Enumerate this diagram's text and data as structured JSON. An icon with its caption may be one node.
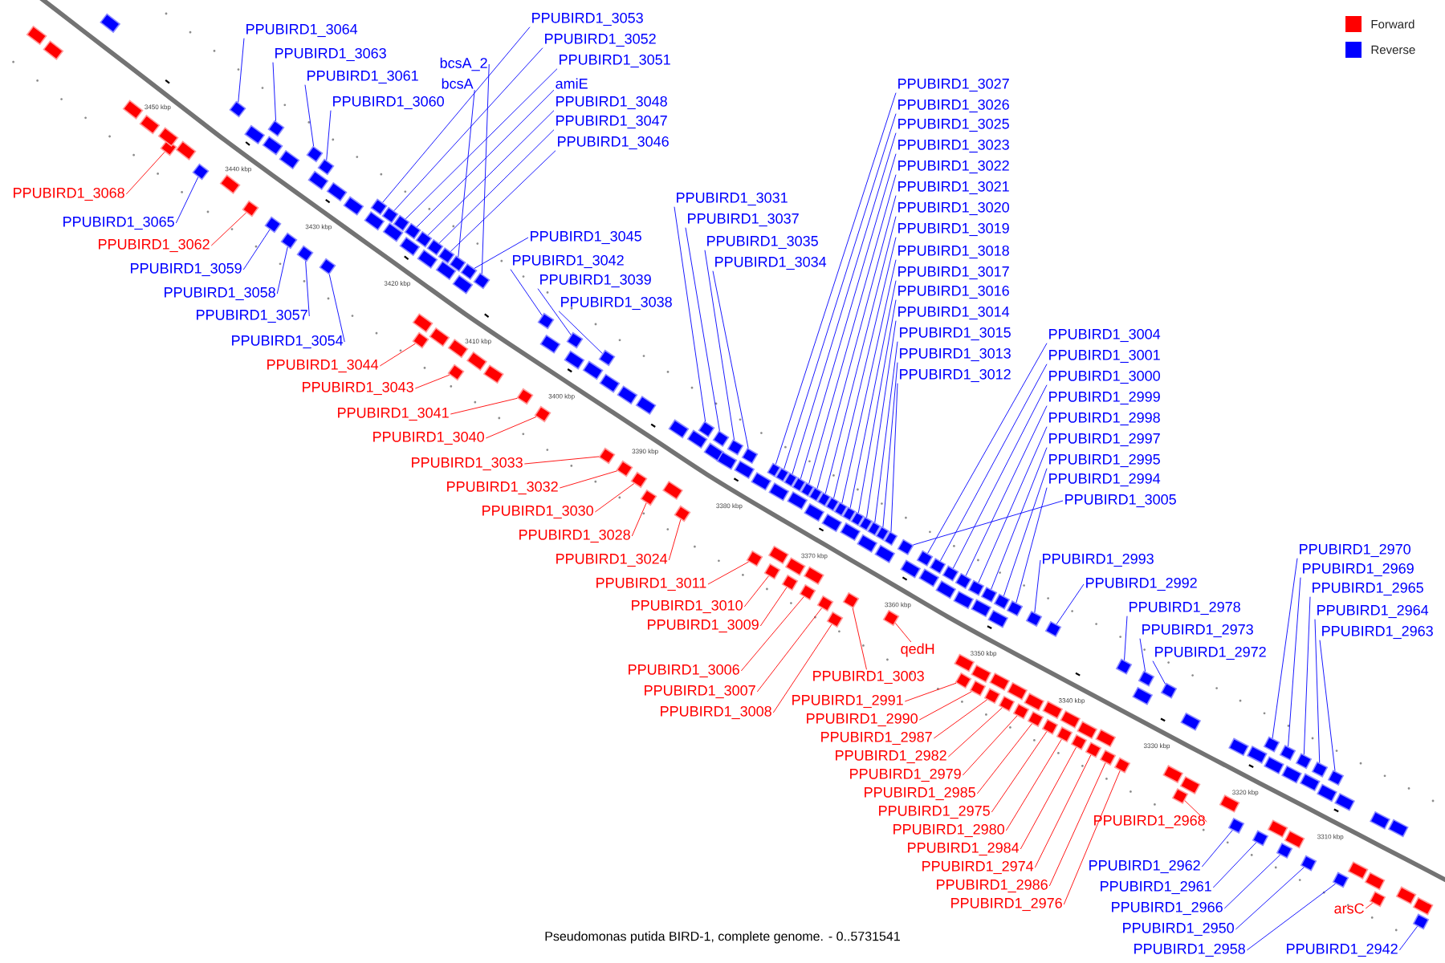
{
  "diagram": {
    "caption": "Pseudomonas putida BIRD-1, complete genome. - 0..5731541",
    "nodes": [
      {
        "text": [
          "PPUBIRD1_3064"
        ]
      },
      {
        "text": [
          "PPUBIRD1_3063"
        ]
      },
      {
        "text": [
          "PPUBIRD1_3061"
        ]
      },
      {
        "text": [
          "PPUBIRD1_3060"
        ]
      },
      {
        "text": [
          "bcsA_2"
        ]
      },
      {
        "text": [
          "bcsA"
        ]
      },
      {
        "text": [
          "PPUBIRD1_3053"
        ]
      },
      {
        "text": [
          "PPUBIRD1_3052"
        ]
      },
      {
        "text": [
          "PPUBIRD1_3051"
        ]
      },
      {
        "text": [
          "amiE"
        ]
      },
      {
        "text": [
          "PPUBIRD1_3048"
        ]
      },
      {
        "text": [
          "PPUBIRD1_3047"
        ]
      },
      {
        "text": [
          "PPUBIRD1_3046"
        ]
      },
      {
        "text": [
          "PPUBIRD1_3068"
        ]
      },
      {
        "text": [
          "PPUBIRD1_3065"
        ]
      },
      {
        "text": [
          "PPUBIRD1_3062"
        ]
      },
      {
        "text": [
          "PPUBIRD1_3059"
        ]
      },
      {
        "text": [
          "PPUBIRD1_3058"
        ]
      },
      {
        "text": [
          "PPUBIRD1_3057"
        ]
      },
      {
        "text": [
          "PPUBIRD1_3054"
        ]
      },
      {
        "text": [
          "PPUBIRD1_3044"
        ]
      },
      {
        "text": [
          "PPUBIRD1_3043"
        ]
      },
      {
        "text": [
          "PPUBIRD1_3041"
        ]
      },
      {
        "text": [
          "PPUBIRD1_3040"
        ]
      },
      {
        "text": [
          "PPUBIRD1_3045"
        ]
      },
      {
        "text": [
          "PPUBIRD1_3042"
        ]
      },
      {
        "text": [
          "PPUBIRD1_3039"
        ]
      },
      {
        "text": [
          "PPUBIRD1_3038"
        ]
      },
      {
        "text": [
          "PPUBIRD1_3037"
        ]
      },
      {
        "text": [
          "PPUBIRD1_3035"
        ]
      },
      {
        "text": [
          "PPUBIRD1_3034"
        ]
      },
      {
        "text": [
          "PPUBIRD1_3031"
        ]
      },
      {
        "text": [
          "PPUBIRD1_3027"
        ]
      },
      {
        "text": [
          "PPUBIRD1_3026"
        ]
      },
      {
        "text": [
          "PPUBIRD1_3025"
        ]
      },
      {
        "text": [
          "PPUBIRD1_3023"
        ]
      },
      {
        "text": [
          "PPUBIRD1_3022"
        ]
      },
      {
        "text": [
          "PPUBIRD1_3021"
        ]
      },
      {
        "text": [
          "PPUBIRD1_3020"
        ]
      },
      {
        "text": [
          "PPUBIRD1_3019"
        ]
      },
      {
        "text": [
          "PPUBIRD1_3018"
        ]
      },
      {
        "text": [
          "PPUBIRD1_3017"
        ]
      },
      {
        "text": [
          "PPUBIRD1_3016"
        ]
      },
      {
        "text": [
          "PPUBIRD1_3014"
        ]
      },
      {
        "text": [
          "PPUBIRD1_3015"
        ]
      },
      {
        "text": [
          "PPUBIRD1_3013"
        ]
      },
      {
        "text": [
          "PPUBIRD1_3012"
        ]
      },
      {
        "text": [
          "PPUBIRD1_3004"
        ]
      },
      {
        "text": [
          "PPUBIRD1_3001"
        ]
      },
      {
        "text": [
          "PPUBIRD1_3000"
        ]
      },
      {
        "text": [
          "PPUBIRD1_2999"
        ]
      },
      {
        "text": [
          "PPUBIRD1_2998"
        ]
      },
      {
        "text": [
          "PPUBIRD1_2997"
        ]
      },
      {
        "text": [
          "PPUBIRD1_2995"
        ]
      },
      {
        "text": [
          "PPUBIRD1_2994"
        ]
      },
      {
        "text": [
          "PPUBIRD1_3005"
        ]
      },
      {
        "text": [
          "PPUBIRD1_2993"
        ]
      },
      {
        "text": [
          "PPUBIRD1_2992"
        ]
      },
      {
        "text": [
          "PPUBIRD1_2978"
        ]
      },
      {
        "text": [
          "PPUBIRD1_2973"
        ]
      },
      {
        "text": [
          "PPUBIRD1_2972"
        ]
      },
      {
        "text": [
          "PPUBIRD1_2970"
        ]
      },
      {
        "text": [
          "PPUBIRD1_2969"
        ]
      },
      {
        "text": [
          "PPUBIRD1_2965"
        ]
      },
      {
        "text": [
          "PPUBIRD1_2964"
        ]
      },
      {
        "text": [
          "PPUBIRD1_2963"
        ]
      },
      {
        "text": [
          "PPUBIRD1_3033"
        ]
      },
      {
        "text": [
          "PPUBIRD1_3032"
        ]
      },
      {
        "text": [
          "PPUBIRD1_3030"
        ]
      },
      {
        "text": [
          "PPUBIRD1_3028"
        ]
      },
      {
        "text": [
          "PPUBIRD1_3024"
        ]
      },
      {
        "text": [
          "PPUBIRD1_3011"
        ]
      },
      {
        "text": [
          "PPUBIRD1_3010"
        ]
      },
      {
        "text": [
          "PPUBIRD1_3009"
        ]
      },
      {
        "text": [
          "PPUBIRD1_3003"
        ]
      },
      {
        "text": [
          "PPUBIRD1_3006"
        ]
      },
      {
        "text": [
          "PPUBIRD1_3007"
        ]
      },
      {
        "text": [
          "PPUBIRD1_3008"
        ]
      },
      {
        "text": [
          "qedH"
        ]
      },
      {
        "text": [
          "PPUBIRD1_2991"
        ]
      },
      {
        "text": [
          "PPUBIRD1_2990"
        ]
      },
      {
        "text": [
          "PPUBIRD1_2987"
        ]
      },
      {
        "text": [
          "PPUBIRD1_2982"
        ]
      },
      {
        "text": [
          "PPUBIRD1_2979"
        ]
      },
      {
        "text": [
          "PPUBIRD1_2985"
        ]
      },
      {
        "text": [
          "PPUBIRD1_2975"
        ]
      },
      {
        "text": [
          "PPUBIRD1_2980"
        ]
      },
      {
        "text": [
          "PPUBIRD1_2984"
        ]
      },
      {
        "text": [
          "PPUBIRD1_2974"
        ]
      },
      {
        "text": [
          "PPUBIRD1_2986"
        ]
      },
      {
        "text": [
          "PPUBIRD1_2976"
        ]
      },
      {
        "text": [
          "PPUBIRD1_2968"
        ]
      },
      {
        "text": [
          "PPUBIRD1_2962"
        ]
      },
      {
        "text": [
          "PPUBIRD1_2961"
        ]
      },
      {
        "text": [
          "PPUBIRD1_2966"
        ]
      },
      {
        "text": [
          "arsC"
        ]
      },
      {
        "text": [
          "PPUBIRD1_2950"
        ]
      },
      {
        "text": [
          "PPUBIRD1_2958"
        ]
      },
      {
        "text": [
          "PPUBIRD1_2942"
        ]
      },
      {
        "text": [],
        "shape": "box"
      },
      {
        "text": [],
        "shape": "box"
      },
      {
        "text": [],
        "shape": "box"
      },
      {
        "text": [],
        "shape": "box"
      },
      {
        "text": [],
        "shape": "box"
      },
      {
        "text": [],
        "shape": "box"
      },
      {
        "text": [],
        "shape": "box"
      },
      {
        "text": [],
        "shape": "box"
      },
      {
        "text": [],
        "shape": "box"
      },
      {
        "text": [],
        "shape": "box"
      },
      {
        "text": [],
        "shape": "box"
      },
      {
        "text": [],
        "shape": "box"
      },
      {
        "text": [],
        "shape": "box"
      },
      {
        "text": [],
        "shape": "box"
      },
      {
        "text": [],
        "shape": "box"
      },
      {
        "text": [],
        "shape": "box"
      },
      {
        "text": [],
        "shape": "box"
      },
      {
        "text": [],
        "shape": "box"
      },
      {
        "text": [],
        "shape": "box"
      },
      {
        "text": [],
        "shape": "box"
      },
      {
        "text": [],
        "shape": "box"
      },
      {
        "text": [],
        "shape": "box"
      },
      {
        "text": [],
        "shape": "box"
      },
      {
        "text": [],
        "shape": "box"
      },
      {
        "text": [],
        "shape": "box"
      },
      {
        "text": [],
        "shape": "box"
      },
      {
        "text": [],
        "shape": "box"
      },
      {
        "text": [],
        "shape": "box"
      },
      {
        "text": [],
        "shape": "box"
      },
      {
        "text": [],
        "shape": "box"
      },
      {
        "text": [],
        "shape": "box"
      },
      {
        "text": [],
        "shape": "box"
      },
      {
        "text": [],
        "shape": "box"
      },
      {
        "text": [],
        "shape": "box"
      },
      {
        "text": [],
        "shape": "box"
      },
      {
        "text": [],
        "shape": "box"
      },
      {
        "text": [],
        "shape": "box"
      },
      {
        "text": [],
        "shape": "box"
      },
      {
        "text": [],
        "shape": "box"
      },
      {
        "text": [],
        "shape": "box"
      },
      {
        "text": [],
        "shape": "box"
      },
      {
        "text": [],
        "shape": "box"
      },
      {
        "text": [],
        "shape": "box"
      },
      {
        "text": [],
        "shape": "box"
      },
      {
        "text": [],
        "shape": "box"
      },
      {
        "text": [],
        "shape": "box"
      },
      {
        "text": [],
        "shape": "box"
      },
      {
        "text": [],
        "shape": "box"
      },
      {
        "text": [],
        "shape": "box"
      },
      {
        "text": [],
        "shape": "box"
      },
      {
        "text": [],
        "shape": "box"
      },
      {
        "text": [],
        "shape": "box"
      },
      {
        "text": [],
        "shape": "box"
      },
      {
        "text": [],
        "shape": "box"
      },
      {
        "text": [],
        "shape": "box"
      },
      {
        "text": [],
        "shape": "box"
      },
      {
        "text": [],
        "shape": "box"
      },
      {
        "text": [],
        "shape": "box"
      },
      {
        "text": [],
        "shape": "box"
      },
      {
        "text": [],
        "shape": "box"
      },
      {
        "text": [],
        "shape": "box"
      },
      {
        "text": [],
        "shape": "box"
      },
      {
        "text": [],
        "shape": "box"
      },
      {
        "text": [],
        "shape": "box"
      },
      {
        "text": [],
        "shape": "box"
      },
      {
        "text": [],
        "shape": "box"
      },
      {
        "text": [],
        "shape": "box"
      },
      {
        "text": [],
        "shape": "box"
      },
      {
        "text": [],
        "shape": "box"
      },
      {
        "text": [],
        "shape": "box"
      },
      {
        "text": [],
        "shape": "box"
      },
      {
        "text": [],
        "shape": "box"
      },
      {
        "text": [],
        "shape": "box"
      },
      {
        "text": [],
        "shape": "box"
      },
      {
        "text": [],
        "shape": "box"
      },
      {
        "text": [],
        "shape": "box"
      },
      {
        "text": [],
        "shape": "box"
      },
      {
        "text": [],
        "shape": "box"
      },
      {
        "text": [],
        "shape": "box"
      },
      {
        "text": [],
        "shape": "box"
      },
      {
        "text": [],
        "shape": "box"
      },
      {
        "text": [],
        "shape": "box"
      },
      {
        "text": [],
        "shape": "box"
      },
      {
        "text": [],
        "shape": "box"
      },
      {
        "text": [],
        "shape": "box"
      },
      {
        "text": [],
        "shape": "box"
      },
      {
        "text": [],
        "shape": "box"
      },
      {
        "text": [],
        "shape": "box"
      },
      {
        "text": [],
        "shape": "box"
      },
      {
        "text": [],
        "shape": "box"
      },
      {
        "text": [],
        "shape": "box"
      },
      {
        "text": [],
        "shape": "box"
      },
      {
        "text": [],
        "shape": "box"
      },
      {
        "text": [],
        "shape": "box"
      },
      {
        "text": [],
        "shape": "box"
      },
      {
        "text": [],
        "shape": "box"
      },
      {
        "text": [],
        "shape": "box"
      },
      {
        "text": [],
        "shape": "box"
      },
      {
        "text": [],
        "shape": "box"
      },
      {
        "text": [],
        "shape": "box"
      },
      {
        "text": [],
        "shape": "box"
      },
      {
        "text": [],
        "shape": "box"
      },
      {
        "text": [],
        "shape": "box"
      },
      {
        "text": [],
        "shape": "box"
      },
      {
        "text": [],
        "shape": "box"
      },
      {
        "text": [],
        "shape": "box"
      },
      {
        "text": [],
        "shape": "box"
      },
      {
        "text": [],
        "shape": "box"
      },
      {
        "text": [],
        "shape": "box"
      },
      {
        "text": [],
        "shape": "box"
      },
      {
        "text": [],
        "shape": "box"
      },
      {
        "text": [],
        "shape": "box"
      },
      {
        "text": [],
        "shape": "box"
      },
      {
        "text": [],
        "shape": "box"
      },
      {
        "text": [],
        "shape": "box"
      },
      {
        "text": [],
        "shape": "box"
      },
      {
        "text": [],
        "shape": "box"
      },
      {
        "text": [],
        "shape": "box"
      },
      {
        "text": [],
        "shape": "box"
      },
      {
        "text": [],
        "shape": "box"
      },
      {
        "text": [],
        "shape": "box"
      },
      {
        "text": [],
        "shape": "box"
      },
      {
        "text": [],
        "shape": "box"
      },
      {
        "text": [],
        "shape": "box"
      },
      {
        "text": [],
        "shape": "box"
      },
      {
        "text": [],
        "shape": "box"
      },
      {
        "text": [],
        "shape": "box"
      },
      {
        "text": [],
        "shape": "box"
      },
      {
        "text": [],
        "shape": "box"
      },
      {
        "text": [],
        "shape": "box"
      },
      {
        "text": [],
        "shape": "box"
      },
      {
        "text": [],
        "shape": "box"
      },
      {
        "text": [],
        "shape": "box"
      },
      {
        "text": [],
        "shape": "box"
      },
      {
        "text": [],
        "shape": "box"
      },
      {
        "text": [],
        "shape": "box"
      },
      {
        "text": [],
        "shape": "box"
      },
      {
        "text": [],
        "shape": "box"
      },
      {
        "text": [],
        "shape": "box"
      },
      {
        "text": [],
        "shape": "box"
      },
      {
        "text": [],
        "shape": "box"
      },
      {
        "text": [],
        "shape": "box"
      },
      {
        "text": [],
        "shape": "box"
      },
      {
        "text": [],
        "shape": "box"
      },
      {
        "text": [],
        "shape": "box"
      },
      {
        "text": [],
        "shape": "box"
      },
      {
        "text": [],
        "shape": "box"
      },
      {
        "text": [],
        "shape": "box"
      },
      {
        "text": [],
        "shape": "box"
      },
      {
        "text": [],
        "shape": "box"
      },
      {
        "text": [],
        "shape": "box"
      },
      {
        "text": [],
        "shape": "box"
      },
      {
        "text": [],
        "shape": "box"
      },
      {
        "text": [],
        "shape": "box"
      },
      {
        "text": [],
        "shape": "box"
      },
      {
        "text": [],
        "shape": "box"
      },
      {
        "text": [],
        "shape": "box"
      },
      {
        "text": [],
        "shape": "box"
      },
      {
        "text": [],
        "shape": "box"
      },
      {
        "text": [],
        "shape": "box"
      },
      {
        "text": [],
        "shape": "box"
      },
      {
        "text": [],
        "shape": "box"
      },
      {
        "text": [],
        "shape": "box"
      },
      {
        "text": [],
        "shape": "box"
      },
      {
        "text": [],
        "shape": "box"
      },
      {
        "text": [],
        "shape": "box"
      },
      {
        "text": [],
        "shape": "box"
      },
      {
        "text": [],
        "shape": "box"
      },
      {
        "text": [],
        "shape": "box"
      },
      {
        "text": [],
        "shape": "box"
      },
      {
        "text": [],
        "shape": "box"
      },
      {
        "text": [],
        "shape": "box"
      },
      {
        "text": [],
        "shape": "box"
      },
      {
        "text": [],
        "shape": "box"
      },
      {
        "text": [],
        "shape": "box"
      },
      {
        "text": [],
        "shape": "box"
      },
      {
        "text": [],
        "shape": "box"
      },
      {
        "text": [],
        "shape": "box"
      },
      {
        "text": [],
        "shape": "box"
      },
      {
        "text": [],
        "shape": "box"
      },
      {
        "text": [],
        "shape": "box"
      },
      {
        "text": [],
        "shape": "box"
      }
    ],
    "edges": [
      {
        "from": 0,
        "to": 99,
        "arrow": "none"
      },
      {
        "from": 1,
        "to": 100,
        "arrow": "none"
      },
      {
        "from": 2,
        "to": 101,
        "arrow": "none"
      },
      {
        "from": 3,
        "to": 102,
        "arrow": "none"
      },
      {
        "from": 4,
        "to": 103,
        "arrow": "none"
      },
      {
        "from": 5,
        "to": 104,
        "arrow": "none"
      },
      {
        "from": 6,
        "to": 105,
        "arrow": "none"
      },
      {
        "from": 7,
        "to": 106,
        "arrow": "none"
      },
      {
        "from": 8,
        "to": 107,
        "arrow": "none"
      },
      {
        "from": 9,
        "to": 108,
        "arrow": "none"
      },
      {
        "from": 10,
        "to": 109,
        "arrow": "none"
      },
      {
        "from": 11,
        "to": 110,
        "arrow": "none"
      },
      {
        "from": 12,
        "to": 111,
        "arrow": "none"
      },
      {
        "from": 13,
        "to": 112,
        "arrow": "none",
        "color": "#ff0000"
      },
      {
        "from": 14,
        "to": 113,
        "arrow": "none"
      },
      {
        "from": 15,
        "to": 114,
        "arrow": "none",
        "color": "#ff0000"
      },
      {
        "from": 16,
        "to": 115,
        "arrow": "none"
      },
      {
        "from": 17,
        "to": 116,
        "arrow": "none"
      },
      {
        "from": 18,
        "to": 117,
        "arrow": "none"
      },
      {
        "from": 19,
        "to": 118,
        "arrow": "none"
      },
      {
        "from": 20,
        "to": 119,
        "arrow": "none",
        "color": "#ff0000"
      },
      {
        "from": 21,
        "to": 120,
        "arrow": "none",
        "color": "#ff0000"
      },
      {
        "from": 22,
        "to": 121,
        "arrow": "none",
        "color": "#ff0000"
      },
      {
        "from": 23,
        "to": 122,
        "arrow": "none",
        "color": "#ff0000"
      },
      {
        "from": 24,
        "to": 123,
        "arrow": "none"
      },
      {
        "from": 25,
        "to": 124,
        "arrow": "none"
      },
      {
        "from": 26,
        "to": 125,
        "arrow": "none"
      },
      {
        "from": 27,
        "to": 126,
        "arrow": "none"
      },
      {
        "from": 28,
        "to": 127,
        "arrow": "none"
      },
      {
        "from": 29,
        "to": 128,
        "arrow": "none"
      },
      {
        "from": 30,
        "to": 129,
        "arrow": "none"
      },
      {
        "from": 31,
        "to": 130,
        "arrow": "none"
      },
      {
        "from": 32,
        "to": 131,
        "arrow": "none"
      },
      {
        "from": 33,
        "to": 132,
        "arrow": "none"
      },
      {
        "from": 34,
        "to": 133,
        "arrow": "none"
      },
      {
        "from": 35,
        "to": 134,
        "arrow": "none"
      },
      {
        "from": 36,
        "to": 135,
        "arrow": "none"
      },
      {
        "from": 37,
        "to": 136,
        "arrow": "none"
      },
      {
        "from": 38,
        "to": 137,
        "arrow": "none"
      },
      {
        "from": 39,
        "to": 138,
        "arrow": "none"
      },
      {
        "from": 40,
        "to": 139,
        "arrow": "none"
      },
      {
        "from": 41,
        "to": 140,
        "arrow": "none"
      },
      {
        "from": 42,
        "to": 141,
        "arrow": "none"
      },
      {
        "from": 43,
        "to": 142,
        "arrow": "none"
      },
      {
        "from": 44,
        "to": 143,
        "arrow": "none"
      },
      {
        "from": 45,
        "to": 144,
        "arrow": "none"
      },
      {
        "from": 46,
        "to": 145,
        "arrow": "none"
      },
      {
        "from": 47,
        "to": 146,
        "arrow": "none"
      },
      {
        "from": 48,
        "to": 147,
        "arrow": "none"
      },
      {
        "from": 49,
        "to": 148,
        "arrow": "none"
      },
      {
        "from": 50,
        "to": 149,
        "arrow": "none"
      },
      {
        "from": 51,
        "to": 150,
        "arrow": "none"
      },
      {
        "from": 52,
        "to": 151,
        "arrow": "none"
      },
      {
        "from": 53,
        "to": 152,
        "arrow": "none"
      },
      {
        "from": 54,
        "to": 153,
        "arrow": "none"
      },
      {
        "from": 55,
        "to": 154,
        "arrow": "none"
      },
      {
        "from": 56,
        "to": 155,
        "arrow": "none"
      },
      {
        "from": 57,
        "to": 156,
        "arrow": "none"
      },
      {
        "from": 58,
        "to": 157,
        "arrow": "none"
      },
      {
        "from": 59,
        "to": 158,
        "arrow": "none"
      },
      {
        "from": 60,
        "to": 159,
        "arrow": "none"
      },
      {
        "from": 61,
        "to": 160,
        "arrow": "none"
      },
      {
        "from": 62,
        "to": 161,
        "arrow": "none"
      },
      {
        "from": 63,
        "to": 162,
        "arrow": "none"
      },
      {
        "from": 64,
        "to": 163,
        "arrow": "none"
      },
      {
        "from": 65,
        "to": 164,
        "arrow": "none"
      },
      {
        "from": 66,
        "to": 165,
        "arrow": "none",
        "color": "#ff0000"
      },
      {
        "from": 67,
        "to": 166,
        "arrow": "none",
        "color": "#ff0000"
      },
      {
        "from": 68,
        "to": 167,
        "arrow": "none",
        "color": "#ff0000"
      },
      {
        "from": 69,
        "to": 168,
        "arrow": "none",
        "color": "#ff0000"
      },
      {
        "from": 70,
        "to": 169,
        "arrow": "none",
        "color": "#ff0000"
      },
      {
        "from": 71,
        "to": 170,
        "arrow": "none",
        "color": "#ff0000"
      },
      {
        "from": 72,
        "to": 171,
        "arrow": "none",
        "color": "#ff0000"
      },
      {
        "from": 73,
        "to": 172,
        "arrow": "none",
        "color": "#ff0000"
      },
      {
        "from": 74,
        "to": 173,
        "arrow": "none",
        "color": "#ff0000"
      },
      {
        "from": 75,
        "to": 174,
        "arrow": "none",
        "color": "#ff0000"
      },
      {
        "from": 76,
        "to": 175,
        "arrow": "none",
        "color": "#ff0000"
      },
      {
        "from": 77,
        "to": 176,
        "arrow": "none",
        "color": "#ff0000"
      },
      {
        "from": 78,
        "to": 177,
        "arrow": "none",
        "color": "#ff0000"
      },
      {
        "from": 79,
        "to": 178,
        "arrow": "none",
        "color": "#ff0000"
      },
      {
        "from": 80,
        "to": 179,
        "arrow": "none",
        "color": "#ff0000"
      },
      {
        "from": 81,
        "to": 180,
        "arrow": "none",
        "color": "#ff0000"
      },
      {
        "from": 82,
        "to": 181,
        "arrow": "none",
        "color": "#ff0000"
      },
      {
        "from": 83,
        "to": 182,
        "arrow": "none",
        "color": "#ff0000"
      },
      {
        "from": 84,
        "to": 183,
        "arrow": "none",
        "color": "#ff0000"
      },
      {
        "from": 85,
        "to": 184,
        "arrow": "none",
        "color": "#ff0000"
      },
      {
        "from": 86,
        "to": 185,
        "arrow": "none",
        "color": "#ff0000"
      },
      {
        "from": 87,
        "to": 186,
        "arrow": "none",
        "color": "#ff0000"
      },
      {
        "from": 88,
        "to": 187,
        "arrow": "none",
        "color": "#ff0000"
      },
      {
        "from": 89,
        "to": 188,
        "arrow": "none",
        "color": "#ff0000"
      },
      {
        "from": 90,
        "to": 189,
        "arrow": "none",
        "color": "#ff0000"
      },
      {
        "from": 91,
        "to": 190,
        "arrow": "none",
        "color": "#ff0000"
      },
      {
        "from": 92,
        "to": 191,
        "arrow": "none"
      },
      {
        "from": 93,
        "to": 192,
        "arrow": "none"
      },
      {
        "from": 94,
        "to": 193,
        "arrow": "none"
      },
      {
        "from": 95,
        "to": 194,
        "arrow": "none",
        "color": "#ff0000"
      },
      {
        "from": 96,
        "to": 195,
        "arrow": "none"
      },
      {
        "from": 97,
        "to": 196,
        "arrow": "none"
      },
      {
        "from": 98,
        "to": 197,
        "arrow": "none"
      }
    ],
    "labels": [
      "3450 kbp",
      "3440 kbp",
      "3430 kbp",
      "3420 kbp",
      "3410 kbp",
      "3400 kbp",
      "3390 kbp",
      "3380 kbp",
      "3370 kbp",
      "3360 kbp",
      "3350 kbp",
      "3340 kbp",
      "3330 kbp",
      "3320 kbp",
      "3310 kbp"
    ],
    "legend": [
      {
        "text": "Forward",
        "color": "#ff0000"
      },
      {
        "text": "Reverse",
        "color": "#0000ff"
      }
    ]
  }
}
